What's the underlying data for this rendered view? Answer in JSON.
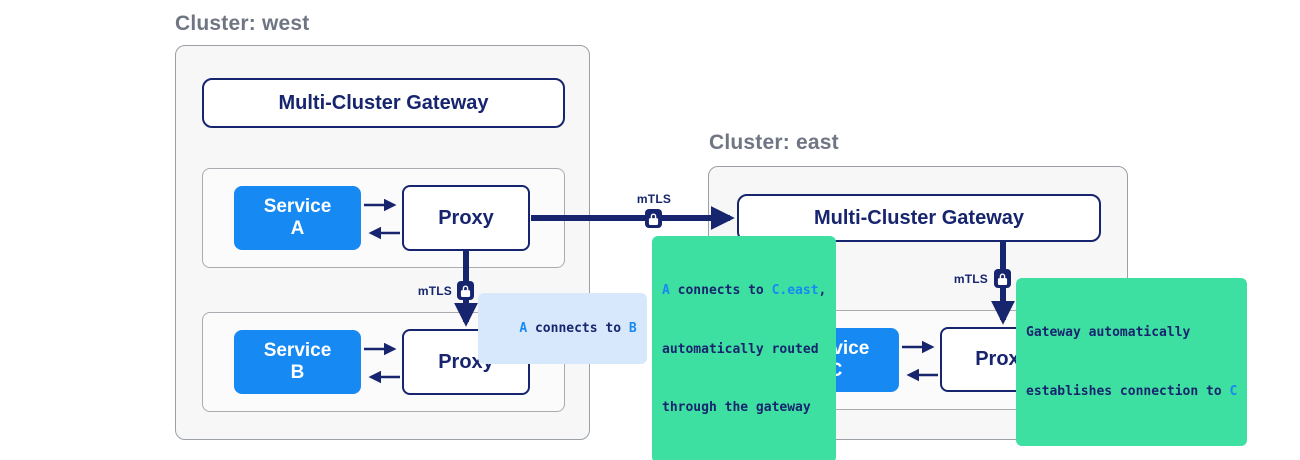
{
  "colors": {
    "navy": "#17256e",
    "accent_blue": "#1789f2",
    "mint_green": "#3ee0a1",
    "tooltip_blue_bg": "#d7e8fc",
    "cluster_title_gray": "#6f7582"
  },
  "west": {
    "title": "Cluster: west",
    "gateway_label": "Multi-Cluster Gateway",
    "service_a_line1": "Service",
    "service_a_line2": "A",
    "proxy_a_label": "Proxy",
    "service_b_line1": "Service",
    "service_b_line2": "B",
    "proxy_b_label": "Proxy"
  },
  "east": {
    "title": "Cluster: east",
    "gateway_label": "Multi-Cluster Gateway",
    "service_c_line1": "Service",
    "service_c_line2": "C",
    "proxy_c_label": "Proxy"
  },
  "security": {
    "mtls_label": "mTLS"
  },
  "tooltips": {
    "a_to_b": {
      "a": "A",
      "mid": " connects to ",
      "b": "B"
    },
    "a_to_c_east": {
      "a": "A",
      "mid": " connects to ",
      "target": "C.east",
      "comma": ",",
      "line2": "automatically routed",
      "line3": "through the gateway"
    },
    "gateway_to_c": {
      "line1": "Gateway automatically",
      "line2_pre": "establishes connection to ",
      "c": "C"
    }
  }
}
